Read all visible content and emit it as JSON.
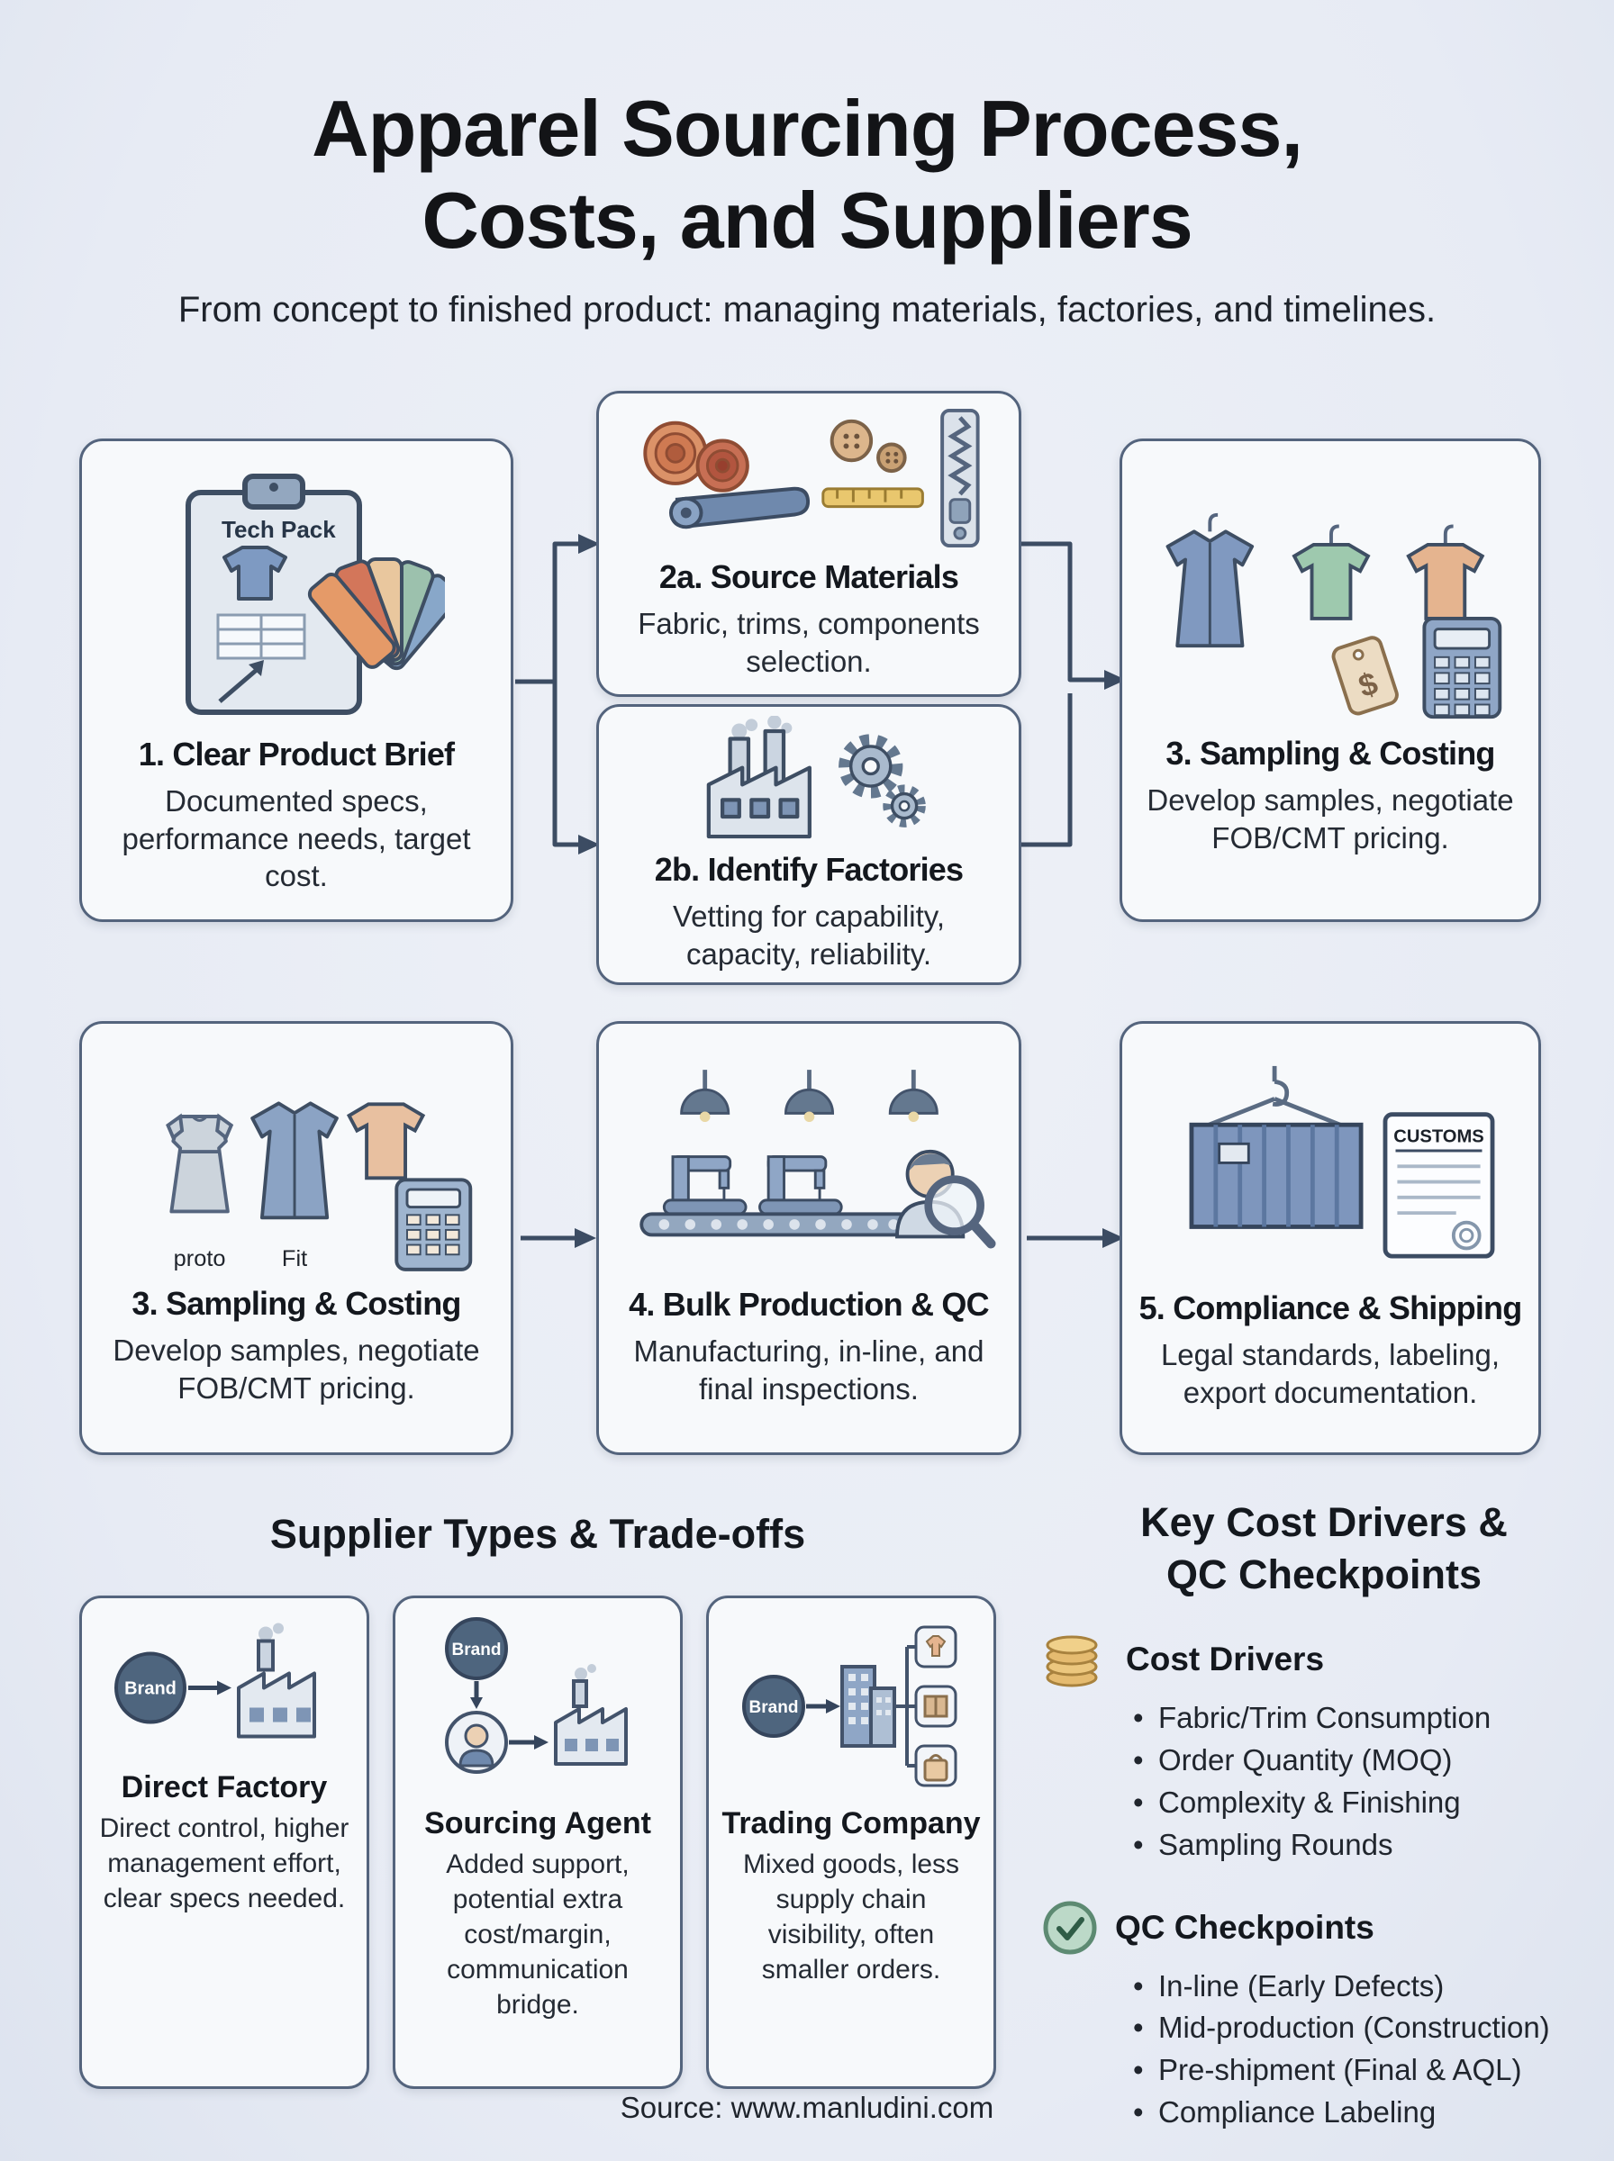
{
  "header": {
    "title_line1": "Apparel Sourcing Process,",
    "title_line2": "Costs, and Suppliers",
    "subtitle": "From concept to finished product: managing materials, factories, and timelines."
  },
  "flow": {
    "step1": {
      "title": "1. Clear Product Brief",
      "body": "Documented specs, performance needs, target cost.",
      "icon_label": "Tech Pack"
    },
    "step2a": {
      "title": "2a. Source Materials",
      "body": "Fabric, trims, components selection."
    },
    "step2b": {
      "title": "2b. Identify Factories",
      "body": "Vetting for capability, capacity, reliability."
    },
    "step3": {
      "title": "3. Sampling & Costing",
      "body": "Develop samples, negotiate FOB/CMT pricing.",
      "tag_symbol": "$"
    },
    "step3b": {
      "title": "3. Sampling & Costing",
      "body": "Develop samples, negotiate FOB/CMT pricing.",
      "label_proto": "proto",
      "label_fit": "Fit"
    },
    "step4": {
      "title": "4. Bulk Production & QC",
      "body": "Manufacturing, in-line, and final inspections."
    },
    "step5": {
      "title": "5. Compliance & Shipping",
      "body": "Legal standards, labeling, export documentation.",
      "doc_label": "CUSTOMS"
    }
  },
  "suppliers": {
    "heading": "Supplier Types & Trade-offs",
    "brand_label": "Brand",
    "cards": [
      {
        "title": "Direct Factory",
        "body": "Direct control, higher management effort, clear specs needed."
      },
      {
        "title": "Sourcing Agent",
        "body": "Added support, potential extra cost/margin, communication bridge."
      },
      {
        "title": "Trading Company",
        "body": "Mixed goods, less supply chain visibility, often smaller orders."
      }
    ]
  },
  "costs": {
    "heading_line1": "Key Cost Drivers &",
    "heading_line2": "QC Checkpoints",
    "cost_drivers": {
      "title": "Cost Drivers",
      "items": [
        "Fabric/Trim Consumption",
        "Order Quantity (MOQ)",
        "Complexity & Finishing",
        "Sampling Rounds"
      ]
    },
    "qc_checkpoints": {
      "title": "QC Checkpoints",
      "items": [
        "In-line (Early Defects)",
        "Mid-production (Construction)",
        "Pre-shipment (Final & AQL)",
        "Compliance Labeling"
      ]
    }
  },
  "footer": {
    "source": "Source: www.manludini.com"
  },
  "colors": {
    "background": "#e8ecf4",
    "card_bg": "#f7f9fb",
    "card_border": "#54647d",
    "arrow": "#3c4c63",
    "accent_blue": "#7e96bd",
    "accent_tan": "#e5b48f",
    "accent_green": "#9ec9ae",
    "brand_circle": "#4e657e",
    "coins": "#e5bb70",
    "check": "#bcd9c8"
  }
}
